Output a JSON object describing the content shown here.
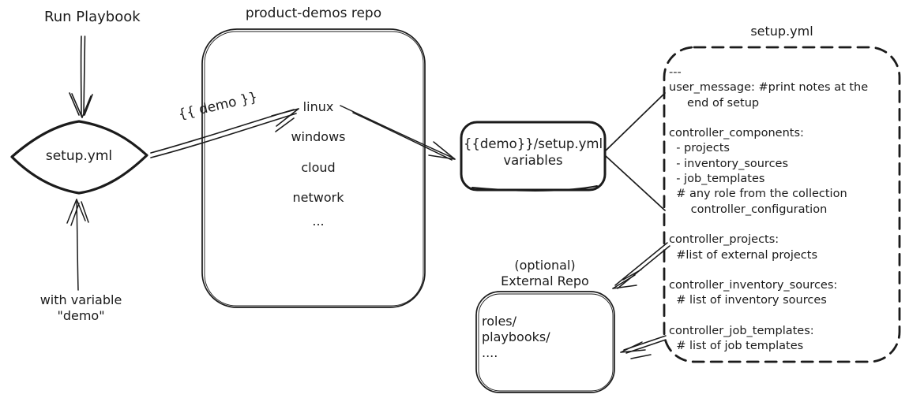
{
  "canvas": {
    "background": "#ffffff",
    "ink": "#1b1b1b"
  },
  "playbook_flow": {
    "run_label": "Run Playbook",
    "diamond_label": "setup.yml",
    "variable_label": "with variable\n\"demo\"",
    "arrow_label": "{{ demo }}"
  },
  "repo_box": {
    "title": "product-demos repo",
    "items": [
      "linux",
      "windows",
      "cloud",
      "network",
      "..."
    ]
  },
  "variables_box": {
    "label": "{{demo}}/setup.yml\nvariables"
  },
  "setup_yml_box": {
    "title": "setup.yml",
    "content": "---\nuser_message: #print notes at the\n     end of setup\n\ncontroller_components:\n  - projects\n  - inventory_sources\n  - job_templates\n  # any role from the collection\n      controller_configuration\n\ncontroller_projects:\n  #list of external projects\n\ncontroller_inventory_sources:\n  # list of inventory sources\n\ncontroller_job_templates:\n  # list of job templates"
  },
  "external_repo_box": {
    "title": "(optional)\nExternal Repo",
    "content": "roles/\nplaybooks/\n...."
  }
}
